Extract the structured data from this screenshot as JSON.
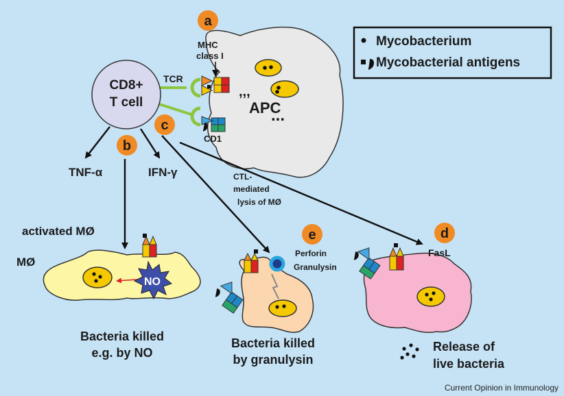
{
  "legend": {
    "mycobacterium": "Mycobacterium",
    "antigens": "Mycobacterial antigens"
  },
  "tcell": {
    "line1": "CD8+",
    "line2": "T cell"
  },
  "labels": {
    "tcr": "TCR",
    "mhc1": "MHC",
    "mhc2": "class I",
    "apc": "APC",
    "cd1": "CD1",
    "tnf": "TNF-α",
    "ifn": "IFN-γ",
    "ctl1": "CTL-",
    "ctl2": "mediated",
    "ctl3": "lysis of MØ",
    "activated": "activated MØ",
    "mo": "MØ",
    "no": "NO",
    "perforin": "Perforin",
    "granulysin": "Granulysin",
    "fasl": "FasL",
    "ellipsis": "...",
    "commas": ",,,"
  },
  "badges": {
    "a": "a",
    "b": "b",
    "c": "c",
    "d": "d",
    "e": "e"
  },
  "captions": {
    "no1": "Bacteria killed",
    "no2": "e.g. by NO",
    "gran1": "Bacteria killed",
    "gran2": "by granulysin",
    "rel1": "Release of",
    "rel2": "live bacteria"
  },
  "footer": "Current Opinion in Immunology",
  "colors": {
    "background": "#c6e3f6",
    "badge": "#f08a24",
    "green": "#8cc63f",
    "yellow_cell": "#fdf6a5",
    "peach_cell": "#fbd6ae",
    "pink_cell": "#f7b5d0",
    "grey_cell": "#e9e9e9",
    "bacterium": "#f5c800"
  }
}
